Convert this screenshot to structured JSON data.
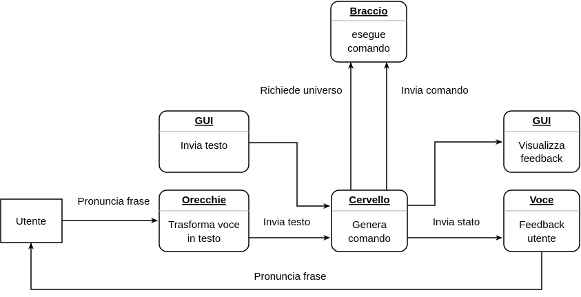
{
  "nodes": {
    "utente": {
      "label": "Utente"
    },
    "braccio": {
      "title": "Braccio",
      "body": [
        "esegue",
        "comando"
      ]
    },
    "gui_input": {
      "title": "GUI",
      "body": [
        "Invia testo"
      ]
    },
    "gui_output": {
      "title": "GUI",
      "body": [
        "Visualizza",
        "feedback"
      ]
    },
    "orecchie": {
      "title": "Orecchie",
      "body": [
        "Trasforma voce",
        "in testo"
      ]
    },
    "cervello": {
      "title": "Cervello",
      "body": [
        "Genera",
        "comando"
      ]
    },
    "voce": {
      "title": "Voce",
      "body": [
        "Feedback",
        "utente"
      ]
    }
  },
  "edges": {
    "utente_orecchie": "Pronuncia frase",
    "orecchie_cervello": "Invia testo",
    "cervello_braccio_request": "Richiede universo",
    "cervello_braccio_command": "Invia comando",
    "cervello_voce": "Invia stato",
    "voce_utente": "Pronuncia frase"
  }
}
